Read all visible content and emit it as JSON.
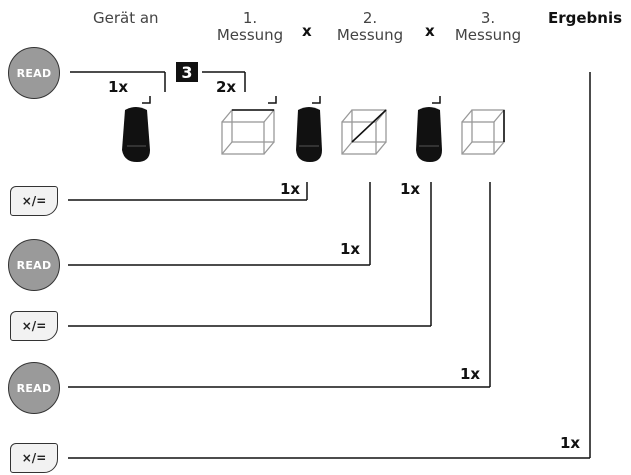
{
  "header": {
    "geraet_an": "Gerät an",
    "m1_num": "1.",
    "m1_label": "Messung",
    "m2_num": "2.",
    "m2_label": "Messung",
    "m3_num": "3.",
    "m3_label": "Messung",
    "ergebnis": "Ergebnis",
    "times1": "x",
    "times2": "x"
  },
  "step_badge": "3",
  "buttons": {
    "read": "READ",
    "mult": "×/="
  },
  "counts": {
    "r1_a": "1x",
    "r1_b": "2x",
    "r2": "1x",
    "r3_top": "1x",
    "r3": "1x",
    "r5": "1x",
    "r6": "1x"
  }
}
